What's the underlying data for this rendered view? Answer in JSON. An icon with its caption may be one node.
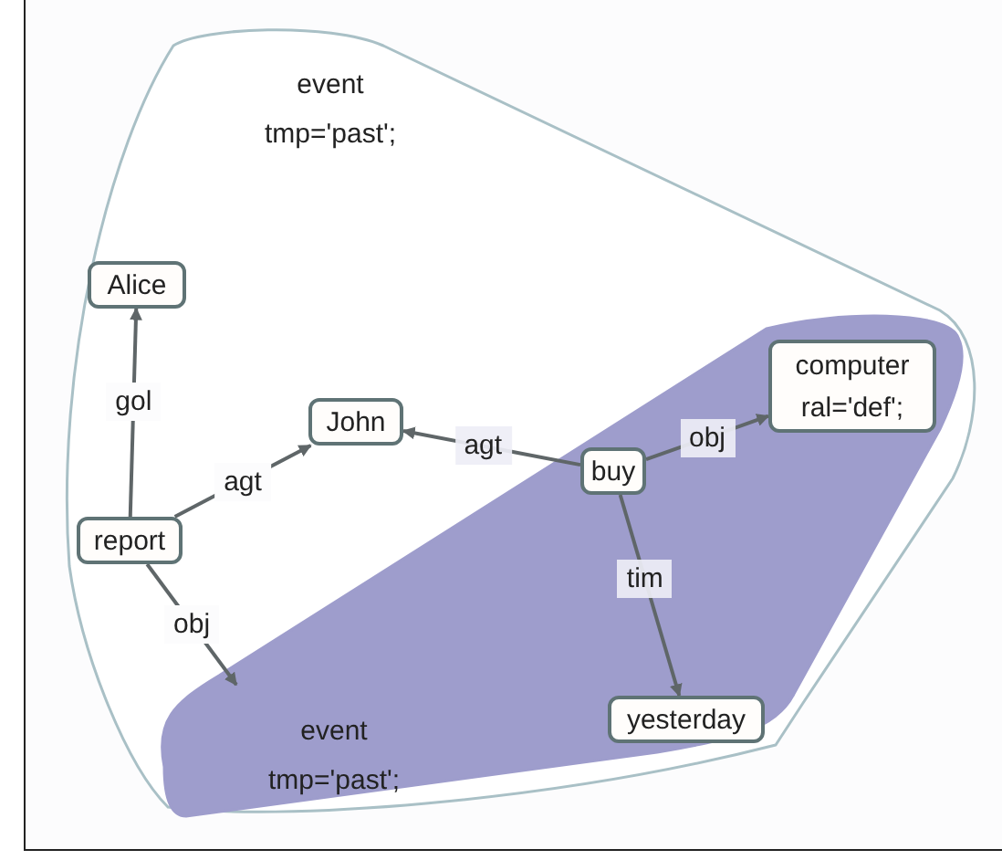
{
  "diagram": {
    "nodes": [
      {
        "text": [
          "event",
          "tmp='past';"
        ]
      },
      {
        "text": [
          "Alice"
        ],
        "in": 0
      },
      {
        "text": [
          "John"
        ],
        "in": 0
      },
      {
        "text": [
          "report"
        ],
        "in": 0
      },
      {
        "text": [
          "event",
          "tmp='past';"
        ],
        "in": 0
      },
      {
        "text": [
          "buy"
        ],
        "in": 4
      },
      {
        "text": [
          "computer",
          "ral='def';"
        ],
        "in": 4
      },
      {
        "text": [
          "yesterday"
        ],
        "in": 4
      }
    ],
    "edges": [
      {
        "from": 3,
        "to": 1,
        "arrow": "to",
        "label": "gol"
      },
      {
        "from": 3,
        "to": 2,
        "arrow": "to",
        "label": "agt"
      },
      {
        "from": 3,
        "to": 4,
        "arrow": "to",
        "label": "obj"
      },
      {
        "from": 5,
        "to": 2,
        "arrow": "to",
        "label": "agt"
      },
      {
        "from": 5,
        "to": 6,
        "arrow": "to",
        "label": "obj"
      },
      {
        "from": 5,
        "to": 7,
        "arrow": "to",
        "label": "tim"
      }
    ]
  }
}
